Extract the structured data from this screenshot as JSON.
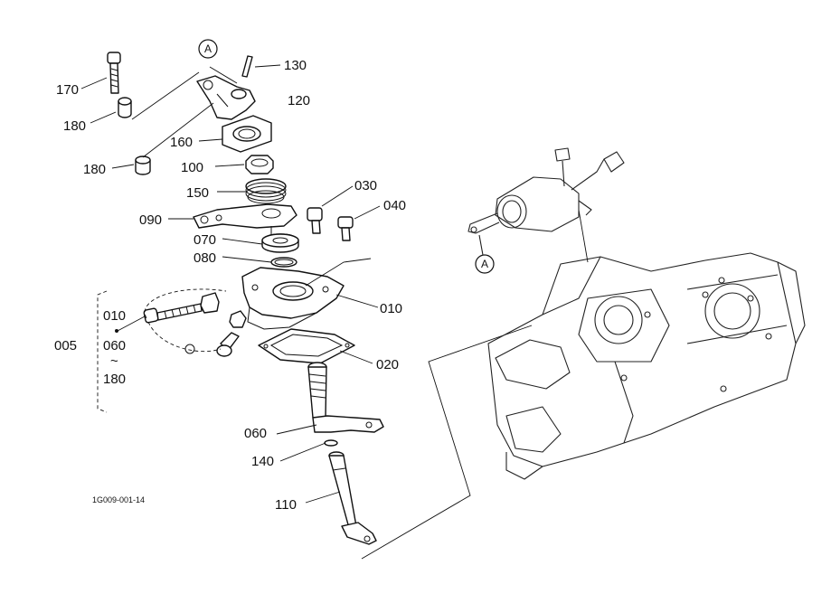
{
  "drawing_code": "1G009-001-14",
  "reference_marker": "A",
  "group": {
    "label": "005",
    "from": "010",
    "middle": "060",
    "tilde": "~",
    "to": "180"
  },
  "callouts": {
    "p170": "170",
    "p180a": "180",
    "p180b": "180",
    "p130": "130",
    "p120": "120",
    "p160": "160",
    "p100": "100",
    "p150": "150",
    "p090": "090",
    "p030": "030",
    "p040": "040",
    "p070": "070",
    "p080": "080",
    "p010": "010",
    "p020": "020",
    "p060": "060",
    "p140": "140",
    "p110": "110"
  }
}
